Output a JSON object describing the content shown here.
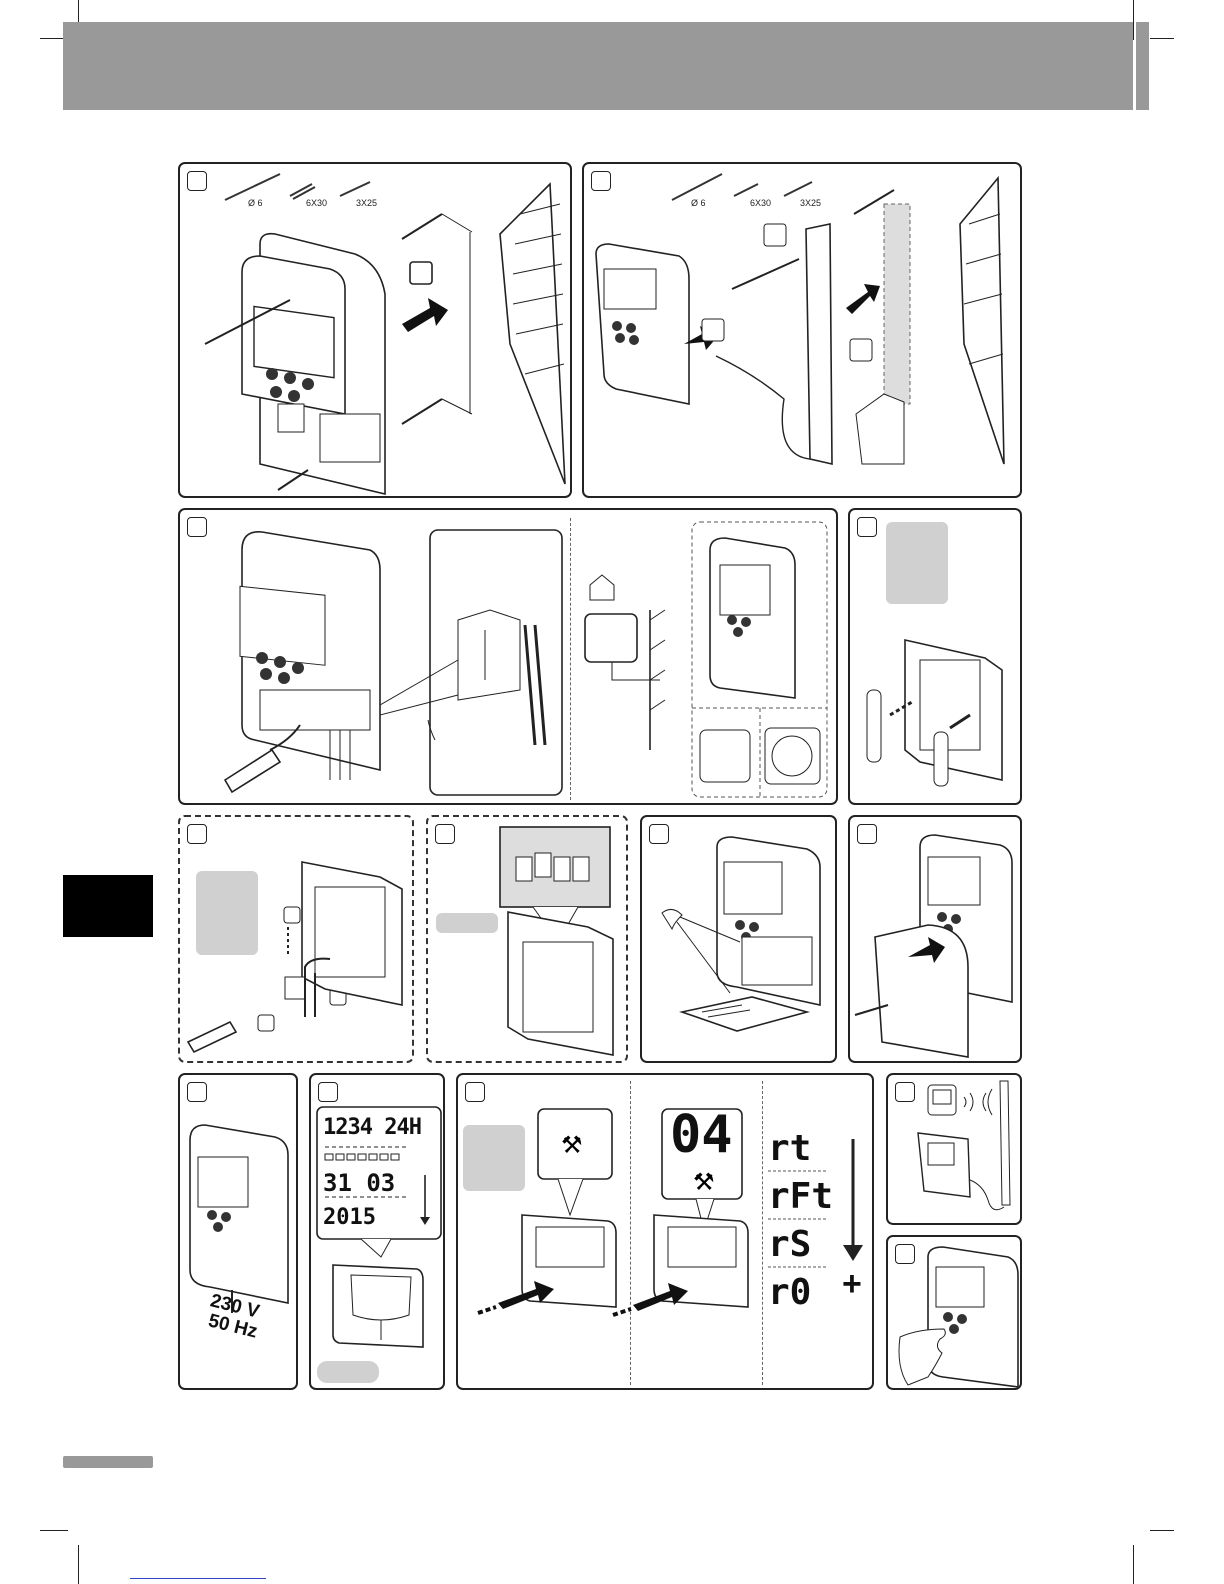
{
  "panel1": {
    "drill_label": "Ø 6",
    "plug_label": "6X30",
    "screw_label": "3X25"
  },
  "panel2": {
    "drill_label": "Ø 6",
    "plug_label": "6X30",
    "screw_label": "3X25"
  },
  "panel10": {
    "voltage": "230 V",
    "frequency": "50 Hz"
  },
  "panel11": {
    "lcd_line1": "1234 24H",
    "lcd_line2": "31 03",
    "lcd_line3": "2015"
  },
  "panel12": {
    "lcd_number": "04",
    "modes": [
      "rt",
      "rFt",
      "rS",
      "r0"
    ],
    "plus": "+"
  },
  "colors": {
    "header": "#999999",
    "side_tab": "#000000",
    "placeholder": "#d0d0d0"
  }
}
